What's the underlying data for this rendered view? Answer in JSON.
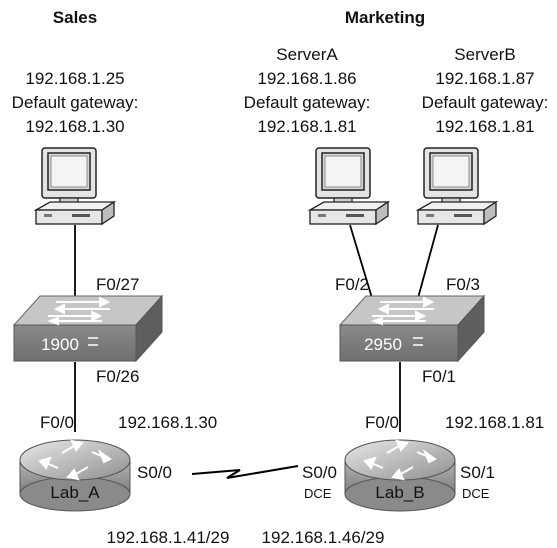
{
  "sections": {
    "sales": "Sales",
    "marketing": "Marketing"
  },
  "hosts": {
    "sales_pc": {
      "name": "",
      "ip": "192.168.1.25",
      "gw_label": "Default gateway:",
      "gw": "192.168.1.30"
    },
    "server_a": {
      "name": "ServerA",
      "ip": "192.168.1.86",
      "gw_label": "Default gateway:",
      "gw": "192.168.1.81"
    },
    "server_b": {
      "name": "ServerB",
      "ip": "192.168.1.87",
      "gw_label": "Default gateway:",
      "gw": "192.168.1.81"
    }
  },
  "switches": {
    "sw1900": {
      "model": "1900",
      "port_up": "F0/27",
      "port_down": "F0/26"
    },
    "sw2950": {
      "model": "2950",
      "port_left": "F0/2",
      "port_right": "F0/3",
      "port_down": "F0/1"
    }
  },
  "routers": {
    "lab_a": {
      "name": "Lab_A",
      "fa": "F0/0",
      "fa_ip": "192.168.1.30",
      "serial": "S0/0",
      "serial_ip": "192.168.1.41/29"
    },
    "lab_b": {
      "name": "Lab_B",
      "fa": "F0/0",
      "fa_ip": "192.168.1.81",
      "serial0": "S0/0",
      "serial0_note": "DCE",
      "serial1": "S0/1",
      "serial1_note": "DCE",
      "serial_ip": "192.168.1.46/29"
    }
  },
  "colors": {
    "device_gray": "#9a9a9a",
    "device_dark": "#6a6a6a",
    "device_light": "#c8c8c8",
    "link": "#000000"
  }
}
